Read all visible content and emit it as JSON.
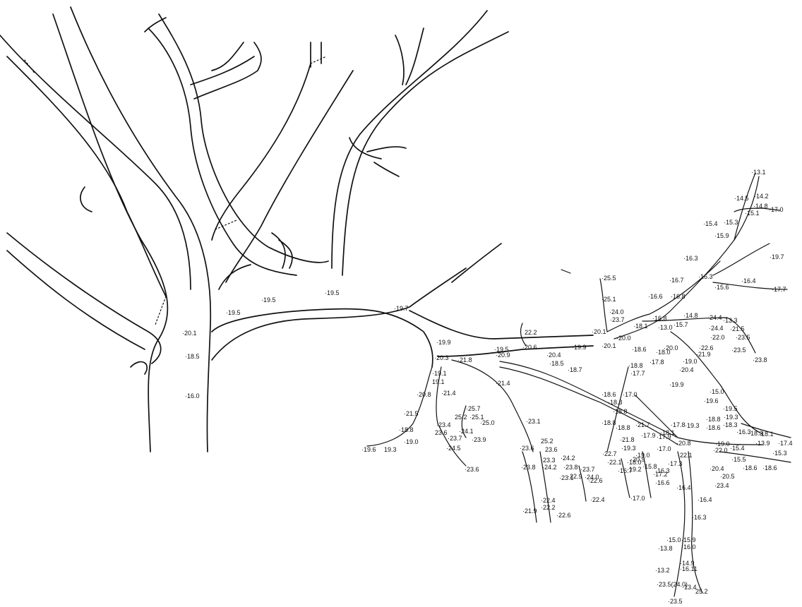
{
  "drawing": {
    "ink_color": "#111111",
    "background": "#ffffff",
    "labels": [
      "·19.5",
      "·19.5",
      "·19.5",
      "·19.7",
      "·20.1",
      "·18.5",
      "·16.0",
      "·19.9",
      "·19.5",
      "·20.3",
      "·21.8",
      "·20.9",
      "·20.6",
      "22.2",
      "·19.9",
      "·20.4",
      "·18.5",
      "·18.7",
      "·20.1",
      "·20.1",
      "·19.1",
      "19.1",
      "·20.8",
      "·21.4",
      "·21.5",
      "·18.8",
      "·19.0",
      "·19.6",
      "19.3",
      "·25.7",
      "25.2",
      "·25.1",
      "·23.4",
      "·25.0",
      "·24.1",
      "23.6",
      "·23.7",
      "·23.9",
      "·24.5",
      "·23.6",
      "·21.4",
      "·23.1",
      "·25.5",
      "·25.1",
      "·24.0",
      "·23.7",
      "·18.1",
      "·20.0",
      "·16.8",
      "·13.0",
      "·15.7",
      "·18.6",
      "·18.0",
      "·17.8",
      "·18.8",
      "·17.7",
      "·16.6",
      "·16.8",
      "·16.7",
      "·16.3",
      "·16.3",
      "·15.6",
      "·17.7",
      "·16.4",
      "·19.7",
      "·15.9",
      "·15.4",
      "·15.3",
      "·14.5",
      "·14.2",
      "·14.8",
      "·15.1",
      "·17.0",
      "·13.1",
      "·14.8",
      "·24.4",
      "·13.3",
      "·24.4",
      "·21.5",
      "·22.0",
      "·23.5",
      "·20.0",
      "·22.6",
      "·23.5",
      "·23.8",
      "·21.9",
      "·19.0",
      "·20.4",
      "·19.9",
      "·15.0",
      "·19.6",
      "·19.5",
      "·19.3",
      "·18.3",
      "·18.8",
      "·18.6",
      "·17.0",
      "·18.6",
      "·18.3",
      "·18.8",
      "·18.8",
      "·18.8",
      "·21.7",
      "·17.9",
      "·17.9",
      "·17.8",
      "·19.3",
      "·18.1",
      "·16.3",
      "·18.3",
      "·18.1",
      "·13.9",
      "·17.4",
      "·15.4",
      "·15.3",
      "·15.5",
      "·18.6",
      "·18.6",
      "·19.0",
      "·22.0",
      "·21.8",
      "·19.3",
      "·19.0",
      "·18.0",
      "·17.0",
      "·20.9",
      "·20.8",
      "·22.1",
      "·22.7",
      "·22.1",
      "·19.2",
      "·15.8",
      "·16.7",
      "·16.3",
      "·17.3",
      "·20.4",
      "·20.5",
      "·23.4",
      "·17.2",
      "·16.6",
      "·17.0",
      "·16.4",
      "·16.4",
      "·16.3",
      "·15.0",
      "·15.9",
      "·16.0",
      "·13.8",
      "·14.9",
      "·16.11",
      "·13.2",
      "·13.4",
      "25.2",
      "·23.5(24.0)",
      "·23.5",
      "·23.6",
      "25.2",
      "23.6",
      "·23.3",
      "·23.8",
      "·24.2",
      "·24.2",
      "·23.8",
      "·23.7",
      "·24.0",
      "·23.1",
      "·22.9",
      "·22.6",
      "·22.4",
      "·22.4",
      "·22.2",
      "·22.6",
      "·21.9"
    ]
  }
}
